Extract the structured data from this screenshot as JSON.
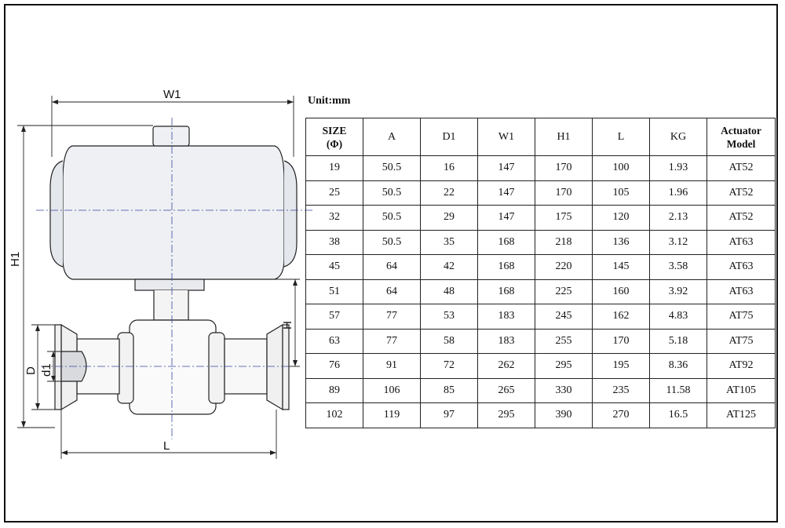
{
  "unit_label": "Unit:mm",
  "dimension_labels": {
    "w1": "W1",
    "h1": "H1",
    "h": "H",
    "d": "D",
    "d1": "d1",
    "l": "L"
  },
  "table": {
    "headers": [
      "SIZE",
      "(Φ)",
      "A",
      "D1",
      "W1",
      "H1",
      "L",
      "KG",
      "Actuator",
      "Model"
    ],
    "rows": [
      [
        "19",
        "50.5",
        "16",
        "147",
        "170",
        "100",
        "1.93",
        "AT52"
      ],
      [
        "25",
        "50.5",
        "22",
        "147",
        "170",
        "105",
        "1.96",
        "AT52"
      ],
      [
        "32",
        "50.5",
        "29",
        "147",
        "175",
        "120",
        "2.13",
        "AT52"
      ],
      [
        "38",
        "50.5",
        "35",
        "168",
        "218",
        "136",
        "3.12",
        "AT63"
      ],
      [
        "45",
        "64",
        "42",
        "168",
        "220",
        "145",
        "3.58",
        "AT63"
      ],
      [
        "51",
        "64",
        "48",
        "168",
        "225",
        "160",
        "3.92",
        "AT63"
      ],
      [
        "57",
        "77",
        "53",
        "183",
        "245",
        "162",
        "4.83",
        "AT75"
      ],
      [
        "63",
        "77",
        "58",
        "183",
        "255",
        "170",
        "5.18",
        "AT75"
      ],
      [
        "76",
        "91",
        "72",
        "262",
        "295",
        "195",
        "8.36",
        "AT92"
      ],
      [
        "89",
        "106",
        "85",
        "265",
        "330",
        "235",
        "11.58",
        "AT105"
      ],
      [
        "102",
        "119",
        "97",
        "295",
        "390",
        "270",
        "16.5",
        "AT125"
      ]
    ]
  }
}
